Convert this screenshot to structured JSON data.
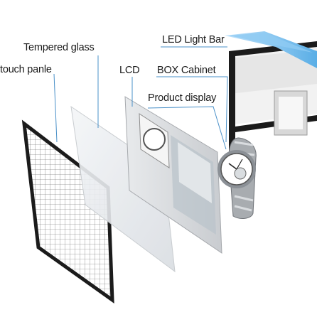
{
  "labels": {
    "led_light_bar": "LED Light Bar",
    "tempered_glass": "Tempered glass",
    "touch_panel": "touch panle",
    "lcd": "LCD",
    "box_cabinet": "BOX Cabinet",
    "product_display": "Product display"
  },
  "colors": {
    "accent_blue": "#5aaee6",
    "frame_black": "#1b1b1b",
    "leader_line": "#4a90c8"
  },
  "icons": {
    "product": "watch-icon"
  }
}
